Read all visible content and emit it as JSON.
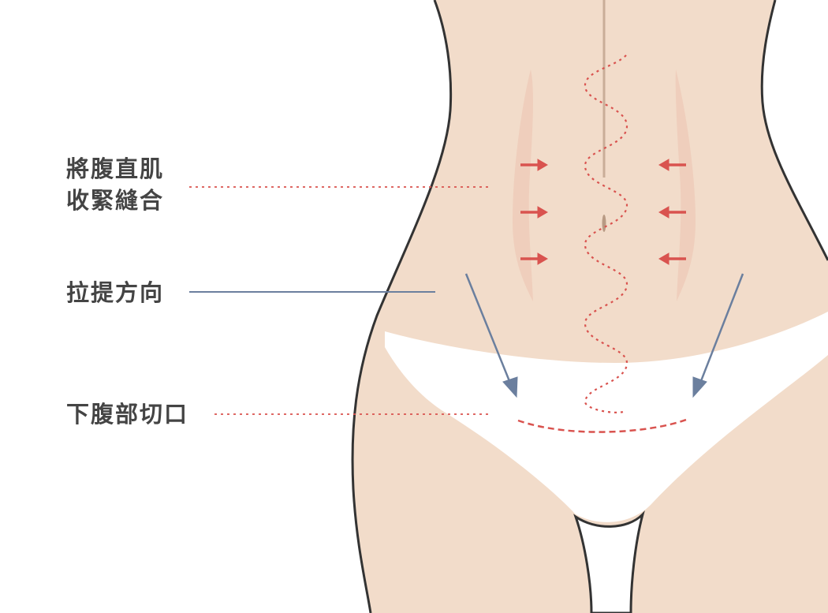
{
  "diagram": {
    "title": "Abdominoplasty diagram",
    "colors": {
      "background": "#ffffff",
      "skin": "#f2dcca",
      "muscle_highlight": "#eecbb8",
      "outline": "#333333",
      "underwear": "#ffffff",
      "suture_red": "#d9534f",
      "pull_arrow_blue": "#6b7f9e",
      "label_text": "#444444",
      "midline": "#c9ad98"
    },
    "labels": [
      {
        "id": "rectus-plication",
        "lines": [
          "將腹直肌",
          "收緊縫合"
        ],
        "leader_style": "dotted-red"
      },
      {
        "id": "lift-direction",
        "lines": [
          "拉提方向"
        ],
        "leader_style": "solid-blue"
      },
      {
        "id": "lower-abdominal-incision",
        "lines": [
          "下腹部切口"
        ],
        "leader_style": "dotted-red"
      }
    ],
    "icons": {
      "tighten_arrows": "arrow-inward-icon",
      "pull_arrows": "arrow-down-diagonal-icon"
    }
  }
}
